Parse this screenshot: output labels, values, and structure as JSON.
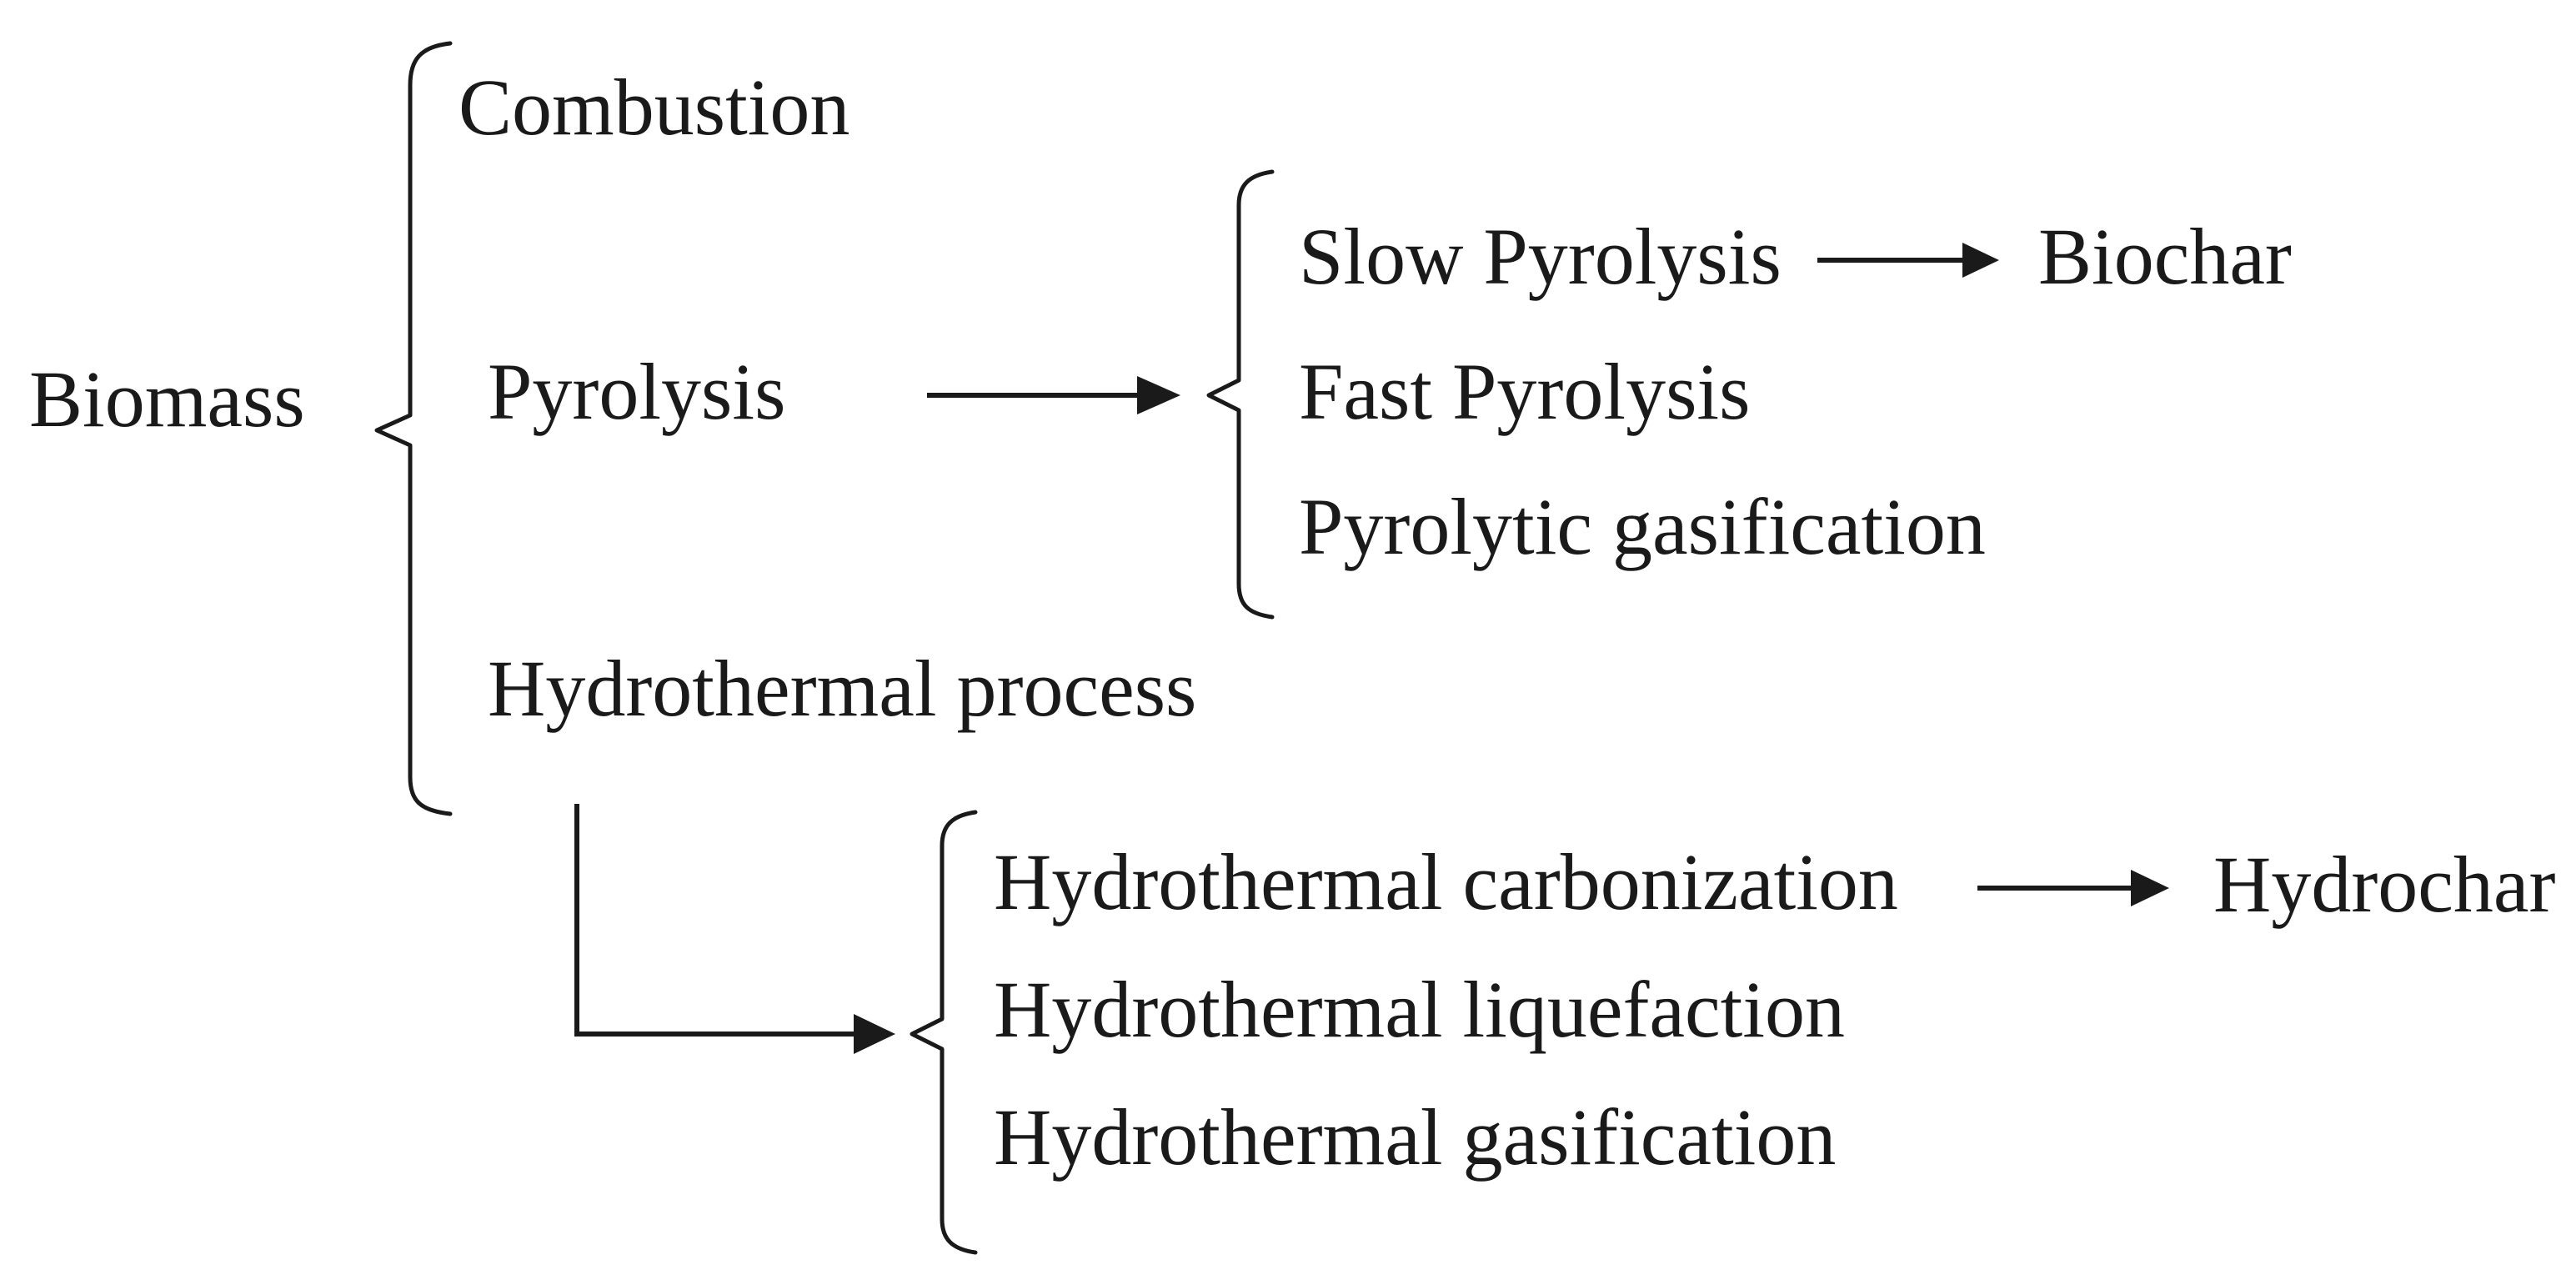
{
  "colors": {
    "background": "#ffffff",
    "ink": "#1a1a1a"
  },
  "diagram": {
    "type": "tree",
    "root": "Biomass",
    "level1": [
      "Combustion",
      "Pyrolysis",
      "Hydrothermal process"
    ],
    "pyrolysis_children": [
      "Slow Pyrolysis",
      "Fast Pyrolysis",
      "Pyrolytic gasification"
    ],
    "hydrothermal_children": [
      "Hydrothermal carbonization",
      "Hydrothermal liquefaction",
      "Hydrothermal gasification"
    ],
    "products": [
      {
        "source": "Slow Pyrolysis",
        "label": "Biochar"
      },
      {
        "source": "Hydrothermal carbonization",
        "label": "Hydrochar"
      }
    ],
    "connections": [
      {
        "from": "Biomass",
        "to": "Combustion | Pyrolysis | Hydrothermal process",
        "style": "brace"
      },
      {
        "from": "Pyrolysis",
        "to": "Slow Pyrolysis | Fast Pyrolysis | Pyrolytic gasification",
        "style": "arrow-to-brace"
      },
      {
        "from": "Slow Pyrolysis",
        "to": "Biochar",
        "style": "arrow"
      },
      {
        "from": "Hydrothermal process",
        "to": "Hydrothermal carbonization | Hydrothermal liquefaction | Hydrothermal gasification",
        "style": "elbow-arrow-to-brace"
      },
      {
        "from": "Hydrothermal carbonization",
        "to": "Hydrochar",
        "style": "arrow"
      }
    ]
  }
}
